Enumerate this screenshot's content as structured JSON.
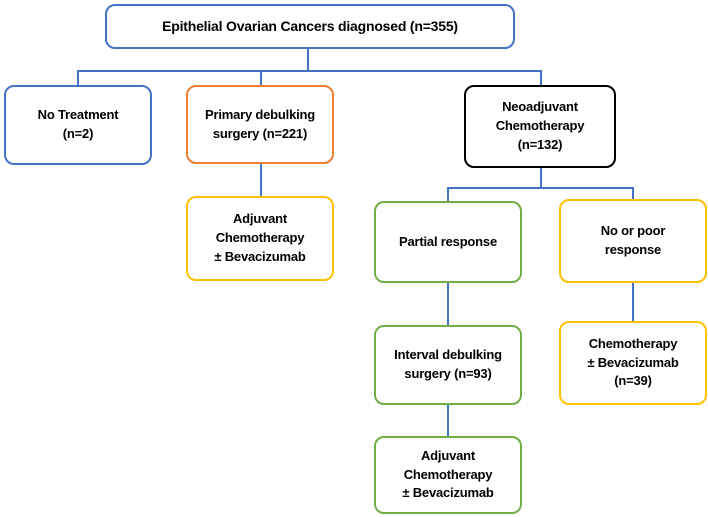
{
  "diagram": {
    "title": "Epithelial Ovarian Cancer treatment pathway flowchart",
    "colors": {
      "blue": "#4472C4",
      "orange": "#ED7D31",
      "black": "#000000",
      "yellow": "#FFC000",
      "green": "#70AD47",
      "connector": "#4472C4",
      "text": "#000000",
      "background": "#FFFFFF"
    },
    "nodes": [
      {
        "id": "root",
        "name": "epithelial-ovarian-cancers-diagnosed",
        "border": "#4472C4",
        "lines": [
          "Epithelial Ovarian Cancers diagnosed (n=355)"
        ],
        "count": 355
      },
      {
        "id": "no-treatment",
        "name": "no-treatment",
        "border": "#4472C4",
        "lines": [
          "No Treatment",
          "(n=2)"
        ],
        "count": 2
      },
      {
        "id": "primary-debulking",
        "name": "primary-debulking-surgery",
        "border": "#ED7D31",
        "lines": [
          "Primary debulking",
          "surgery (n=221)"
        ],
        "count": 221
      },
      {
        "id": "neoadjuvant",
        "name": "neoadjuvant-chemotherapy",
        "border": "#000000",
        "lines": [
          "Neoadjuvant",
          "Chemotherapy",
          "(n=132)"
        ],
        "count": 132
      },
      {
        "id": "adjuvant-chemo-left",
        "name": "adjuvant-chemotherapy-after-primary-debulking",
        "border": "#FFC000",
        "lines": [
          "Adjuvant",
          "Chemotherapy",
          "± Bevacizumab"
        ],
        "count": null
      },
      {
        "id": "partial-response",
        "name": "partial-response",
        "border": "#70AD47",
        "lines": [
          "Partial response"
        ],
        "count": null
      },
      {
        "id": "no-or-poor-response",
        "name": "no-or-poor-response",
        "border": "#FFC000",
        "lines": [
          "No or poor",
          "response"
        ],
        "count": null
      },
      {
        "id": "interval-debulking",
        "name": "interval-debulking-surgery",
        "border": "#70AD47",
        "lines": [
          "Interval debulking",
          "surgery  (n=93)"
        ],
        "count": 93
      },
      {
        "id": "chemo-bev",
        "name": "chemotherapy-bevacizumab",
        "border": "#FFC000",
        "lines": [
          "Chemotherapy",
          "± Bevacizumab",
          "(n=39)"
        ],
        "count": 39
      },
      {
        "id": "adjuvant-chemo-bottom",
        "name": "adjuvant-chemotherapy-after-interval-debulking",
        "border": "#70AD47",
        "lines": [
          "Adjuvant",
          "Chemotherapy",
          "± Bevacizumab"
        ],
        "count": null
      }
    ],
    "edges": [
      {
        "from": "root",
        "to": "no-treatment"
      },
      {
        "from": "root",
        "to": "primary-debulking"
      },
      {
        "from": "root",
        "to": "neoadjuvant"
      },
      {
        "from": "primary-debulking",
        "to": "adjuvant-chemo-left"
      },
      {
        "from": "neoadjuvant",
        "to": "partial-response"
      },
      {
        "from": "neoadjuvant",
        "to": "no-or-poor-response"
      },
      {
        "from": "partial-response",
        "to": "interval-debulking"
      },
      {
        "from": "no-or-poor-response",
        "to": "chemo-bev"
      },
      {
        "from": "interval-debulking",
        "to": "adjuvant-chemo-bottom"
      }
    ]
  }
}
